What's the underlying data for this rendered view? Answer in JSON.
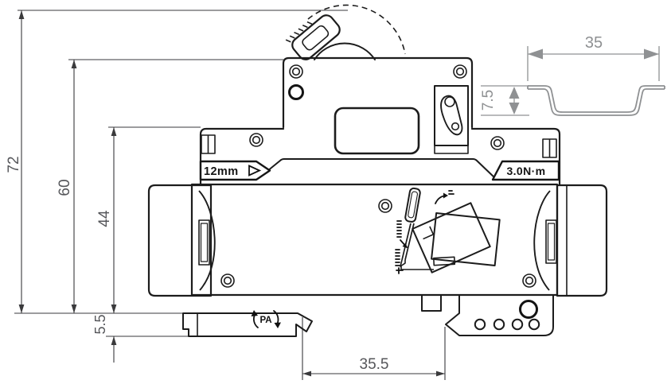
{
  "drawing": {
    "kind": "din-rail-breaker-dimension-drawing",
    "dimensions": {
      "overall_height": "72",
      "upper_height": "60",
      "body_height": "44",
      "foot_depth": "5.5",
      "recess_width": "35.5"
    },
    "din_rail": {
      "width": "35",
      "depth": "7.5"
    },
    "markings": {
      "wire_strip": "12mm",
      "torque": "3.0N·m",
      "material": "PA"
    },
    "colors": {
      "device_line": "#1c1c1c",
      "dimension_text": "#55565a",
      "din_rail_gray": "#8f9193",
      "background": "#ffffff"
    }
  }
}
